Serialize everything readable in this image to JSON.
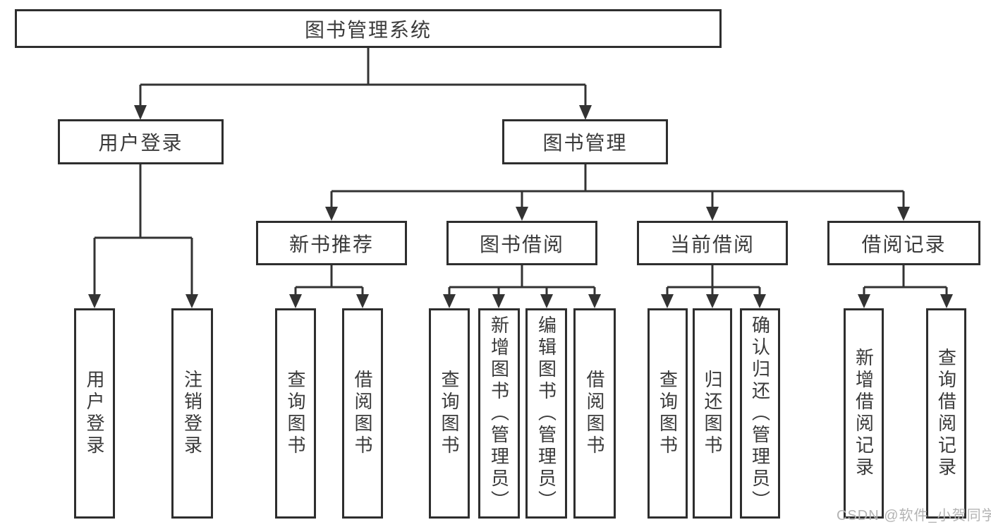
{
  "diagram": {
    "root": {
      "label": "图书管理系统",
      "children": [
        {
          "label": "用户登录",
          "children": [
            {
              "label": "用户登录"
            },
            {
              "label": "注销登录"
            }
          ]
        },
        {
          "label": "图书管理",
          "children": [
            {
              "label": "新书推荐",
              "children": [
                {
                  "label": "查询图书"
                },
                {
                  "label": "借阅图书"
                }
              ]
            },
            {
              "label": "图书借阅",
              "children": [
                {
                  "label": "查询图书"
                },
                {
                  "label": "新增图书（管理员）"
                },
                {
                  "label": "编辑图书（管理员）"
                },
                {
                  "label": "借阅图书"
                }
              ]
            },
            {
              "label": "当前借阅",
              "children": [
                {
                  "label": "查询图书"
                },
                {
                  "label": "归还图书"
                },
                {
                  "label": "确认归还（管理员）"
                }
              ]
            },
            {
              "label": "借阅记录",
              "children": [
                {
                  "label": "新增借阅记录"
                },
                {
                  "label": "查询借阅记录"
                }
              ]
            }
          ]
        }
      ]
    }
  },
  "watermark": {
    "text": "CSDN @软件_小贺同学"
  },
  "colors": {
    "line": "#333333",
    "border": "#2e2e2e",
    "text": "#3a3a3a",
    "watermark": "#b3b3b3",
    "background": "#ffffff"
  }
}
